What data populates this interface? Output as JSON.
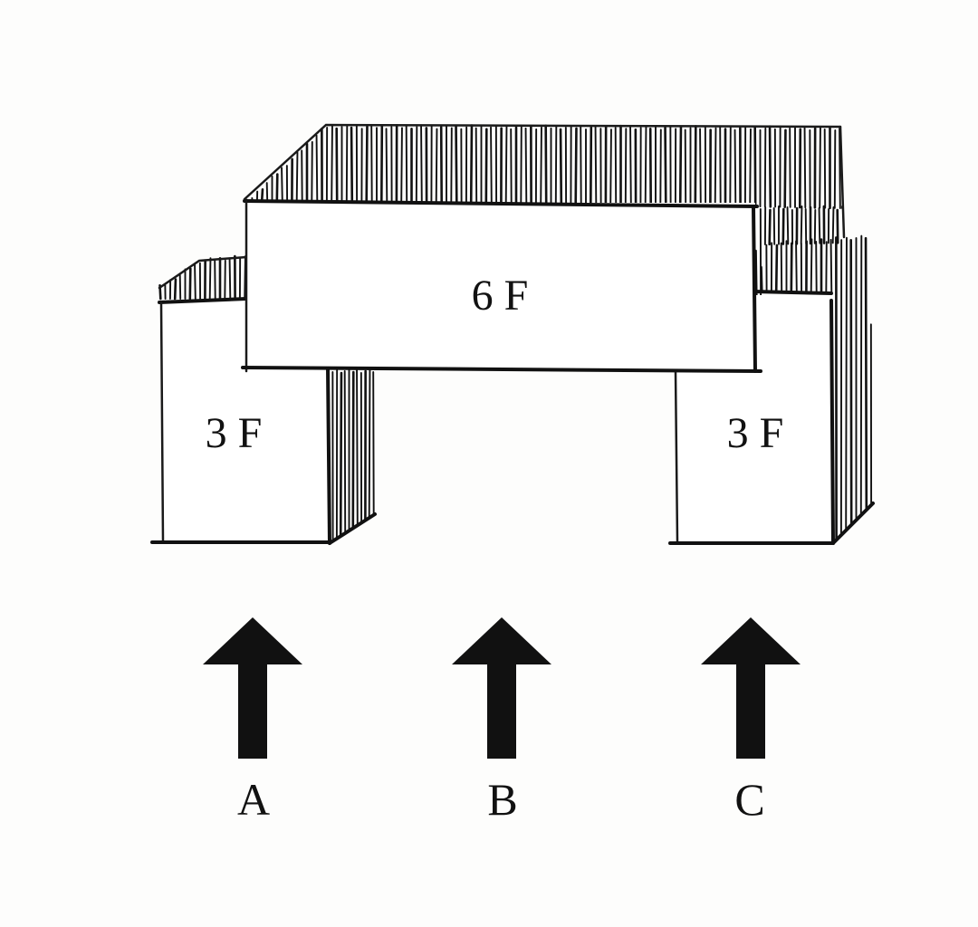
{
  "diagram": {
    "blocks": {
      "center": {
        "label": "6 F"
      },
      "left": {
        "label": "3 F"
      },
      "right": {
        "label": "3 F"
      }
    },
    "entries": [
      {
        "label": "A"
      },
      {
        "label": "B"
      },
      {
        "label": "C"
      }
    ],
    "colors": {
      "ink": "#111111",
      "paper": "#fdfdfc"
    }
  }
}
